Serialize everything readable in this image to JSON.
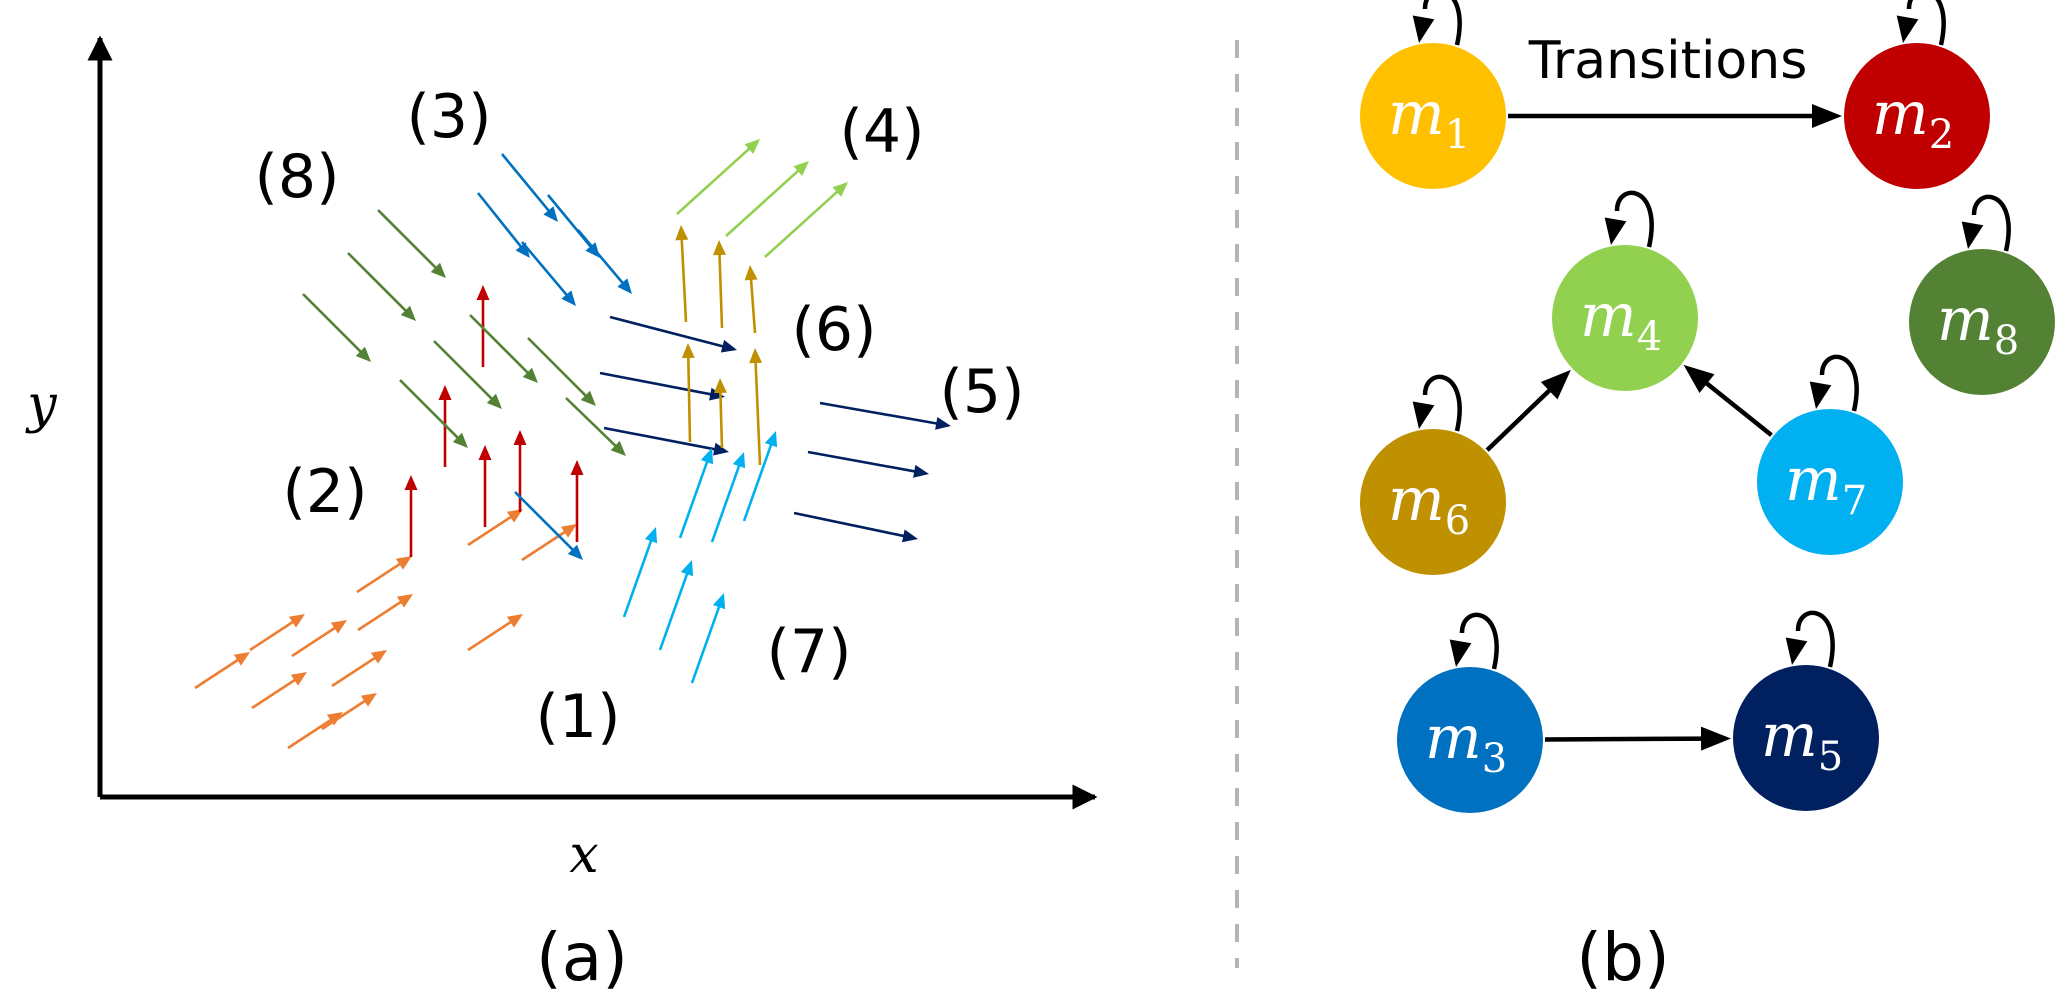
{
  "panel_a": {
    "caption": "(a)",
    "x_axis_label": "x",
    "y_axis_label": "y",
    "clusters": [
      {
        "id": 1,
        "label": "(1)",
        "color": "#ed7d31"
      },
      {
        "id": 2,
        "label": "(2)",
        "color": "#c00000"
      },
      {
        "id": 3,
        "label": "(3)",
        "color": "#0070c0"
      },
      {
        "id": 4,
        "label": "(4)",
        "color": "#92d050"
      },
      {
        "id": 5,
        "label": "(5)",
        "color": "#002060"
      },
      {
        "id": 6,
        "label": "(6)",
        "color": "#bf9000"
      },
      {
        "id": 7,
        "label": "(7)",
        "color": "#00b0f0"
      },
      {
        "id": 8,
        "label": "(8)",
        "color": "#548235"
      }
    ]
  },
  "panel_b": {
    "caption": "(b)",
    "edge_label": "Transitions",
    "modes": [
      {
        "id": "m1",
        "base": "m",
        "sub": "1",
        "color": "#ffc000"
      },
      {
        "id": "m2",
        "base": "m",
        "sub": "2",
        "color": "#c00000"
      },
      {
        "id": "m3",
        "base": "m",
        "sub": "3",
        "color": "#0070c0"
      },
      {
        "id": "m4",
        "base": "m",
        "sub": "4",
        "color": "#92d050"
      },
      {
        "id": "m5",
        "base": "m",
        "sub": "5",
        "color": "#002060"
      },
      {
        "id": "m6",
        "base": "m",
        "sub": "6",
        "color": "#bf9000"
      },
      {
        "id": "m7",
        "base": "m",
        "sub": "7",
        "color": "#00b0f0"
      },
      {
        "id": "m8",
        "base": "m",
        "sub": "8",
        "color": "#548235"
      }
    ],
    "transitions": [
      {
        "from": "m1",
        "to": "m2"
      },
      {
        "from": "m6",
        "to": "m4"
      },
      {
        "from": "m7",
        "to": "m4"
      },
      {
        "from": "m3",
        "to": "m5"
      }
    ],
    "self_loops": [
      "m1",
      "m2",
      "m3",
      "m4",
      "m5",
      "m6",
      "m7",
      "m8"
    ]
  }
}
